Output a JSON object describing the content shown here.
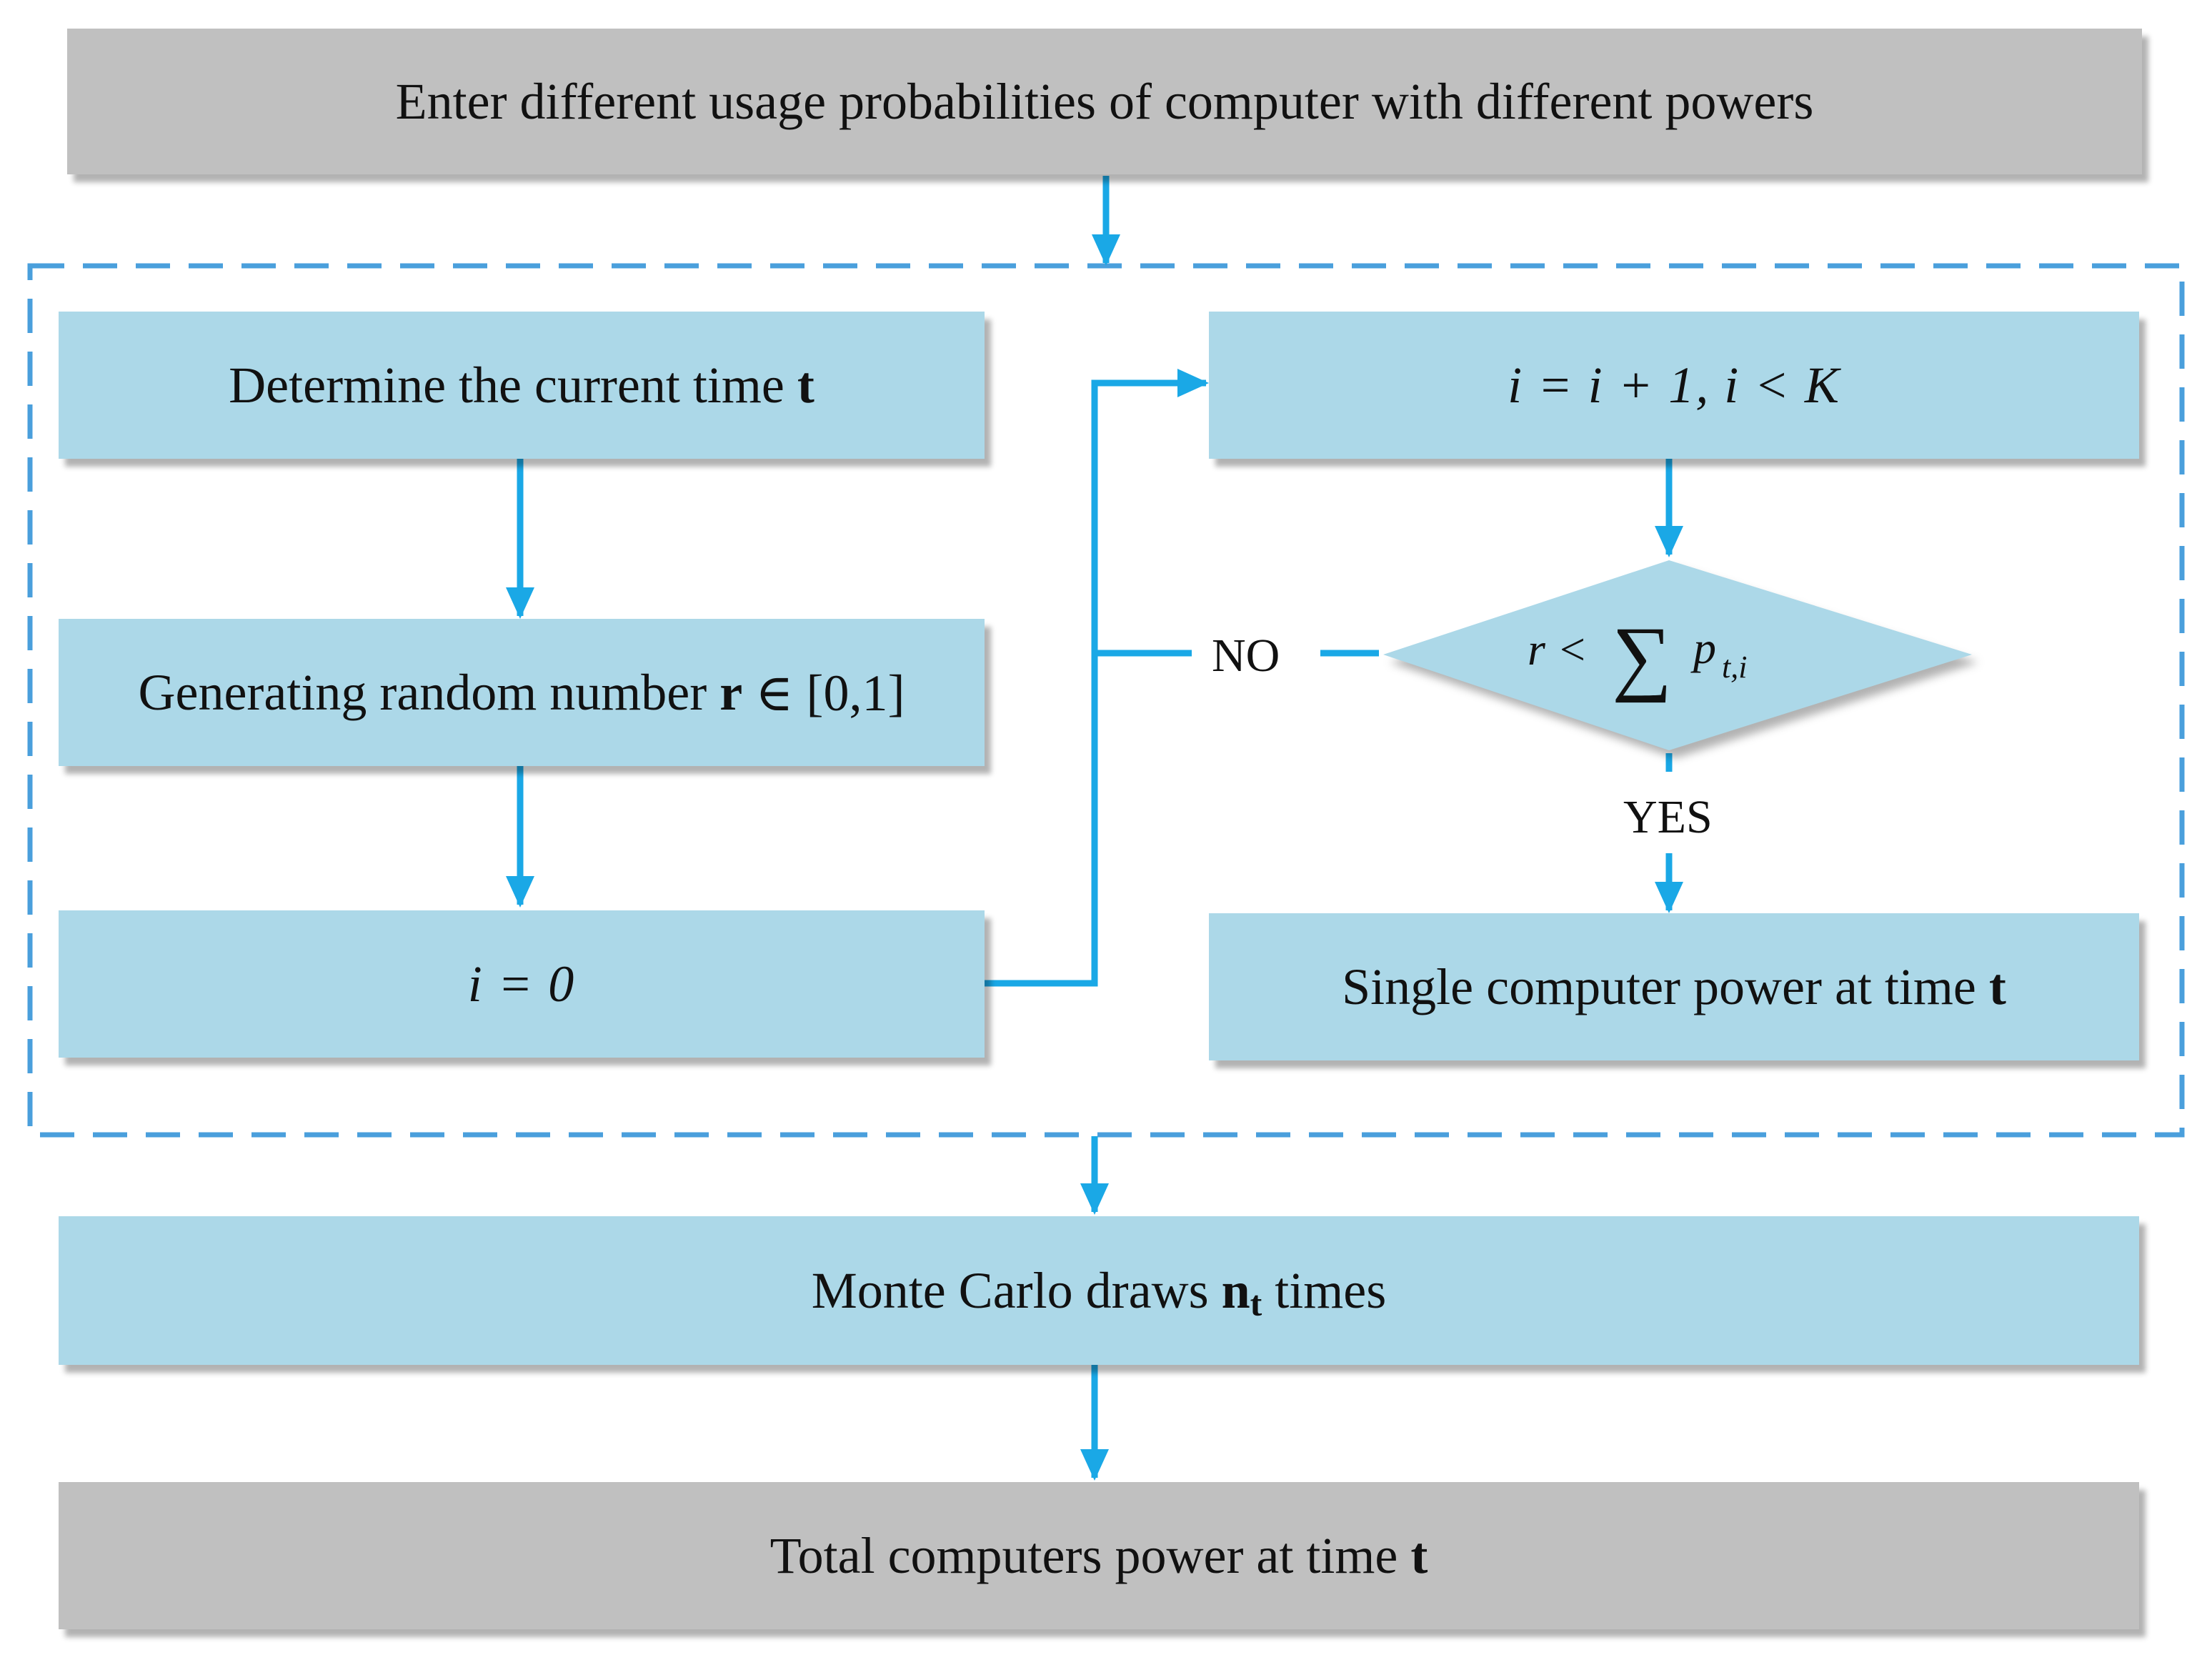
{
  "nodes": {
    "input": {
      "text": "Enter different usage probabilities of computer with different powers"
    },
    "determine_time": {
      "text": "Determine the current time ",
      "var": "t"
    },
    "random_number": {
      "text": "Generating random number ",
      "var": "r",
      "suffix": " ∈ [0,1]"
    },
    "init_i": {
      "text": "i = 0"
    },
    "increment_i": {
      "text": "i = i + 1, i < K"
    },
    "decision": {
      "lhs": "r <",
      "sigma": "∑",
      "term": "p",
      "subscript": "t,i"
    },
    "single_power": {
      "text": "Single computer power at time ",
      "var": "t"
    },
    "monte_carlo": {
      "text_before": "Monte Carlo draws ",
      "var": "n",
      "subscript": "t",
      "text_after": " times"
    },
    "total_power": {
      "text": "Total computers power at time ",
      "var": "t"
    }
  },
  "labels": {
    "no": "NO",
    "yes": "YES"
  },
  "colors": {
    "arrow": "#1aa8e6",
    "dashed_border": "#4a9fdc",
    "box_blue": "#acd8e8",
    "box_gray": "#c0c0c0"
  }
}
